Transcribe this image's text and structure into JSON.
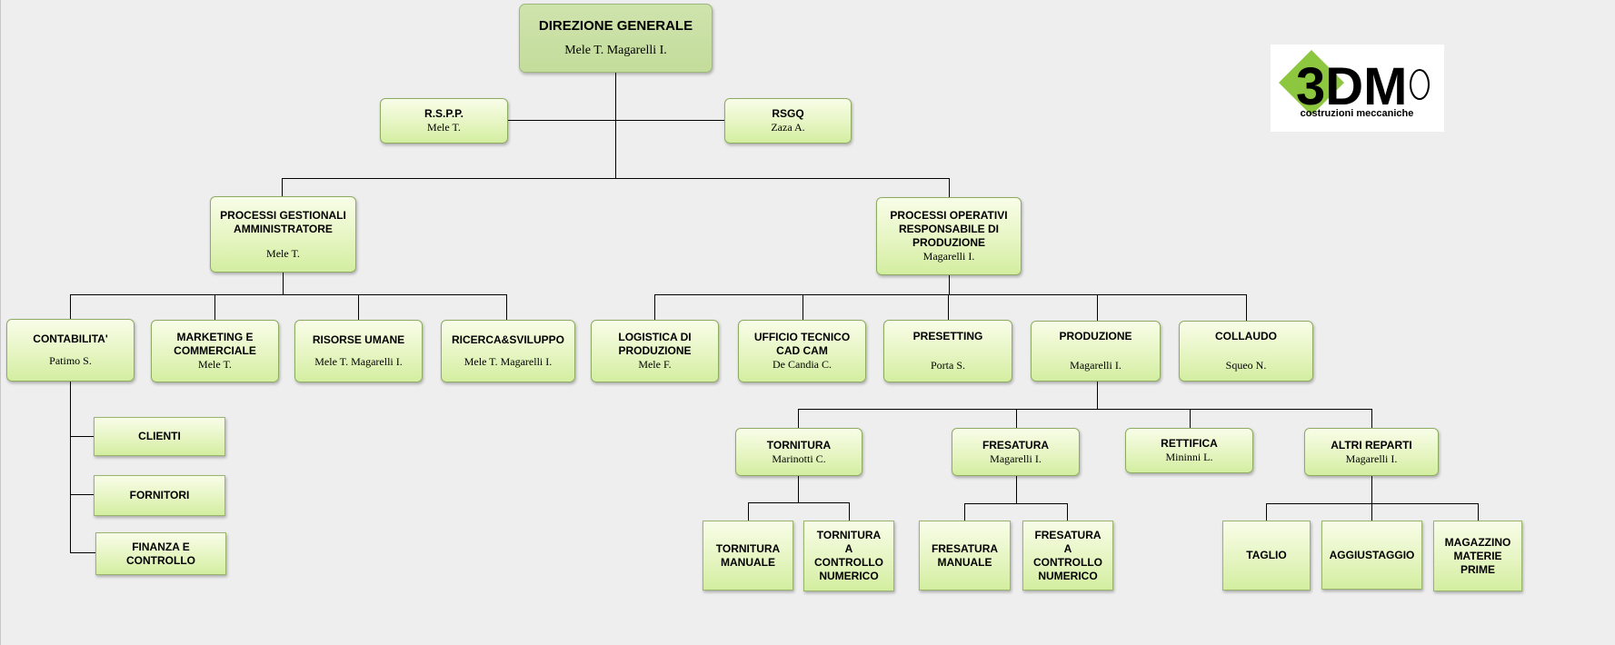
{
  "top": {
    "title": "DIREZIONE GENERALE",
    "name": "Mele T. Magarelli I."
  },
  "staff": {
    "rspp": {
      "title": "R.S.P.P.",
      "name": "Mele T."
    },
    "rsgq": {
      "title": "RSGQ",
      "name": "Zaza A."
    }
  },
  "gestionali": {
    "title": "PROCESSI GESTIONALI\nAMMINISTRATORE",
    "name": "Mele T.",
    "units": [
      {
        "title": "CONTABILITA'",
        "name": "Patimo  S."
      },
      {
        "title": "MARKETING E\nCOMMERCIALE",
        "name": "Mele T."
      },
      {
        "title": "RISORSE UMANE",
        "name": "Mele T. Magarelli  I."
      },
      {
        "title": "RICERCA&SVILUPPO",
        "name": "Mele T. Magarelli  I."
      }
    ],
    "contabilita_sub": [
      "CLIENTI",
      "FORNITORI",
      "FINANZA E\nCONTROLLO"
    ]
  },
  "operativi": {
    "title": "PROCESSI OPERATIVI\nRESPONSABILE DI\nPRODUZIONE",
    "name": "Magarelli   I.",
    "units": [
      {
        "title": "LOGISTICA DI\nPRODUZIONE",
        "name": "Mele F."
      },
      {
        "title": "UFFICIO TECNICO\nCAD CAM",
        "name": "De Candia  C."
      },
      {
        "title": "PRESETTING",
        "name": "Porta S."
      },
      {
        "title": "PRODUZIONE",
        "name": "Magarelli  I."
      },
      {
        "title": "COLLAUDO",
        "name": "Squeo N."
      }
    ]
  },
  "produzione": {
    "reparti": [
      {
        "title": "TORNITURA",
        "name": "Marinotti  C."
      },
      {
        "title": "FRESATURA",
        "name": "Magarelli  I."
      },
      {
        "title": "RETTIFICA",
        "name": "Mininni L."
      },
      {
        "title": "ALTRI REPARTI",
        "name": "Magarelli  I."
      }
    ],
    "tornitura_sub": [
      "TORNITURA\nMANUALE",
      "TORNITURA\nA\nCONTROLLO\nNUMERICO"
    ],
    "fresatura_sub": [
      "FRESATURA\nMANUALE",
      "FRESATURA\nA\nCONTROLLO\nNUMERICO"
    ],
    "altri_sub": [
      "TAGLIO",
      "AGGIUSTAGGIO",
      "MAGAZZINO\nMATERIE\nPRIME"
    ]
  },
  "logo": {
    "text": "3DM",
    "subtitle": "costruzioni meccaniche",
    "colors": {
      "diamond": "#8dc63f",
      "text": "#000000"
    }
  },
  "colors": {
    "box_fill": "#e6f5c2",
    "box_border": "#8eab62",
    "top_fill": "#c6dd9f",
    "line": "#000000",
    "background": "#eeeeee"
  }
}
